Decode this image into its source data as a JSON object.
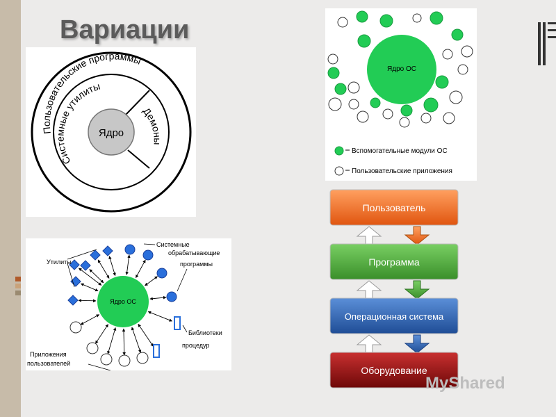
{
  "title": "Вариации",
  "layered": {
    "outer_ring": "Пользовательские программы",
    "middle_left": "Системные утилиты",
    "middle_right": "Демоны",
    "core": "Ядро"
  },
  "modular": {
    "core": "Ядро ОС",
    "legend": [
      {
        "label": "Вспомогательные модули ОС",
        "kind": "module",
        "color": "#22cc55"
      },
      {
        "label": "Пользовательские приложения",
        "kind": "app",
        "color": "#ffffff"
      }
    ]
  },
  "client": {
    "core": "Ядро ОС",
    "labels": {
      "utilities": "Утилиты",
      "system_programs_1": "Системные",
      "system_programs_2": "обрабатывающие",
      "system_programs_3": "программы",
      "libraries_1": "Библиотеки",
      "libraries_2": "процедур",
      "apps_1": "Приложения",
      "apps_2": "пользователей"
    }
  },
  "stack": {
    "layers": [
      {
        "label": "Пользователь",
        "color": "#f26a22"
      },
      {
        "label": "Программа",
        "color": "#4aa63a"
      },
      {
        "label": "Операционная система",
        "color": "#2c5da8"
      },
      {
        "label": "Оборудование",
        "color": "#9b1010"
      }
    ]
  },
  "watermark": "MyShared",
  "colors": {
    "module_green": "#22cc55",
    "client_blue": "#2a6fdb"
  }
}
